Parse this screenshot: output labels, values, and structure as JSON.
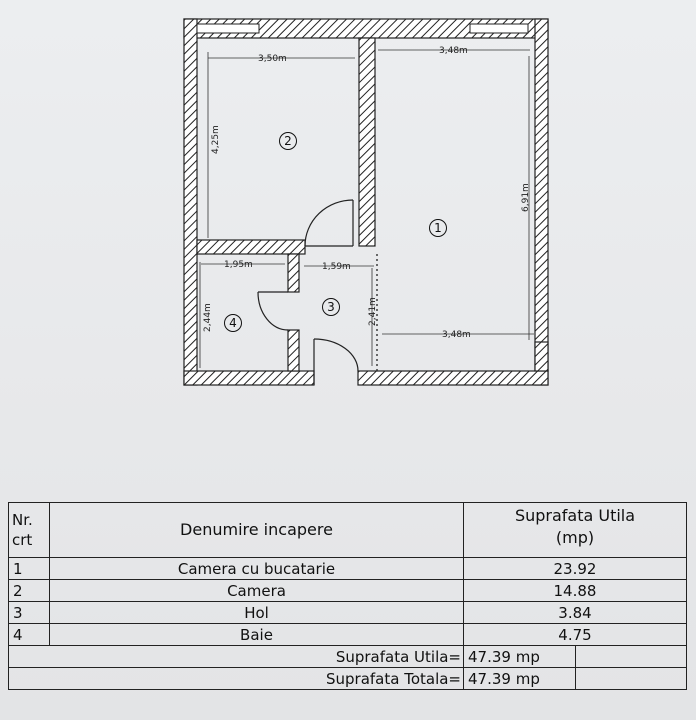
{
  "plan": {
    "dimensions": {
      "camera_width": "3,50m",
      "camera_height": "4,25m",
      "living_width_top": "3,48m",
      "living_height": "6,91m",
      "living_width_bottom": "3,48m",
      "bath_width": "1,95m",
      "bath_height": "2,44m",
      "hall_width": "1,59m",
      "hall_height": "2,41m"
    },
    "room_numbers": [
      "1",
      "2",
      "3",
      "4"
    ]
  },
  "table": {
    "header": {
      "nr": "Nr.",
      "crt": "crt",
      "name": "Denumire incapere",
      "area_line1": "Suprafata Utila",
      "area_line2": "(mp)"
    },
    "rows": [
      {
        "nr": "1",
        "name": "Camera cu bucatarie",
        "area": "23.92"
      },
      {
        "nr": "2",
        "name": "Camera",
        "area": "14.88"
      },
      {
        "nr": "3",
        "name": "Hol",
        "area": "3.84"
      },
      {
        "nr": "4",
        "name": "Baie",
        "area": "4.75"
      }
    ],
    "totals": {
      "useful_label": "Suprafata Utila=",
      "useful_value": "47.39 mp",
      "total_label": "Suprafata Totala=",
      "total_value": "47.39 mp"
    }
  }
}
